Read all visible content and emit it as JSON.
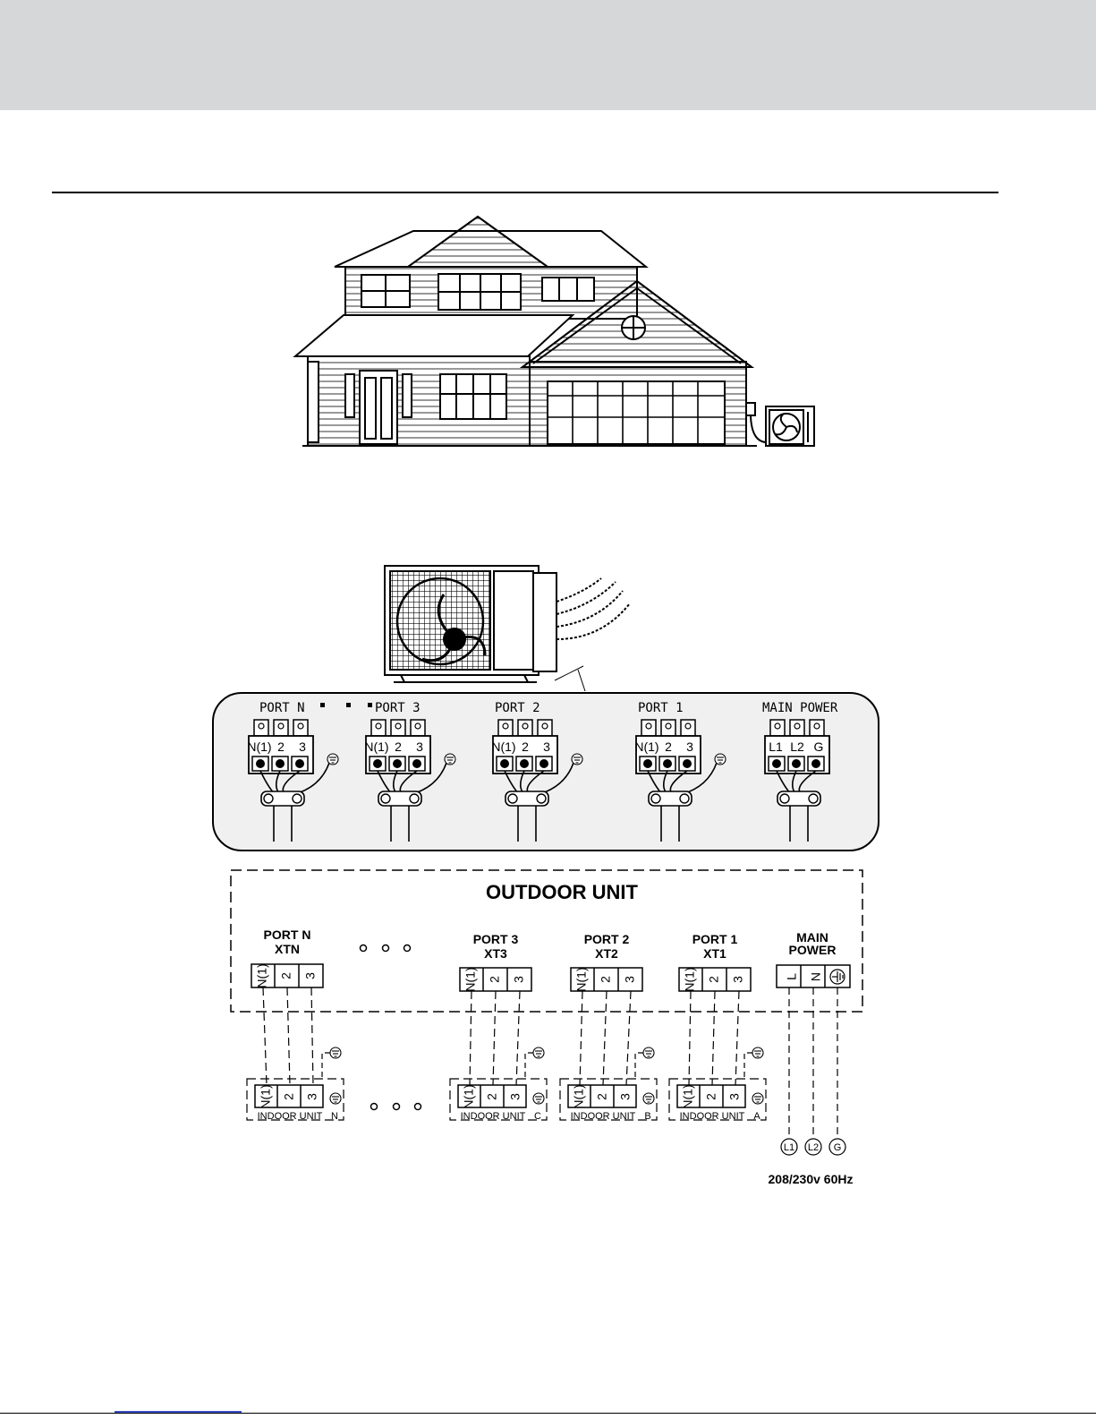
{
  "terminal_panel": {
    "ports": [
      {
        "label": "PORT N",
        "terminals": [
          "N(1)",
          "2",
          "3"
        ]
      },
      {
        "label": "PORT 3",
        "terminals": [
          "N(1)",
          "2",
          "3"
        ]
      },
      {
        "label": "PORT 2",
        "terminals": [
          "N(1)",
          "2",
          "3"
        ]
      },
      {
        "label": "PORT 1",
        "terminals": [
          "N(1)",
          "2",
          "3"
        ]
      },
      {
        "label": "MAIN POWER",
        "terminals": [
          "L1",
          "L2",
          "G"
        ]
      }
    ]
  },
  "schematic": {
    "title": "OUTDOOR UNIT",
    "blocks": [
      {
        "port": "PORT N",
        "xt": "XTN",
        "terminals": [
          "N(1)",
          "2",
          "3"
        ],
        "indoor": "INDOOR UNIT",
        "suffix": "N"
      },
      {
        "port": "PORT 3",
        "xt": "XT3",
        "terminals": [
          "N(1)",
          "2",
          "3"
        ],
        "indoor": "INDOOR UNIT",
        "suffix": "C"
      },
      {
        "port": "PORT 2",
        "xt": "XT2",
        "terminals": [
          "N(1)",
          "2",
          "3"
        ],
        "indoor": "INDOOR UNIT",
        "suffix": "B"
      },
      {
        "port": "PORT 1",
        "xt": "XT1",
        "terminals": [
          "N(1)",
          "2",
          "3"
        ],
        "indoor": "INDOOR UNIT",
        "suffix": "A"
      }
    ],
    "main_power": {
      "line1": "MAIN",
      "line2": "POWER",
      "terminals": [
        "L",
        "N"
      ]
    },
    "supply_labels": [
      "L1",
      "L2",
      "G"
    ],
    "supply_spec": "208/230v 60Hz"
  }
}
